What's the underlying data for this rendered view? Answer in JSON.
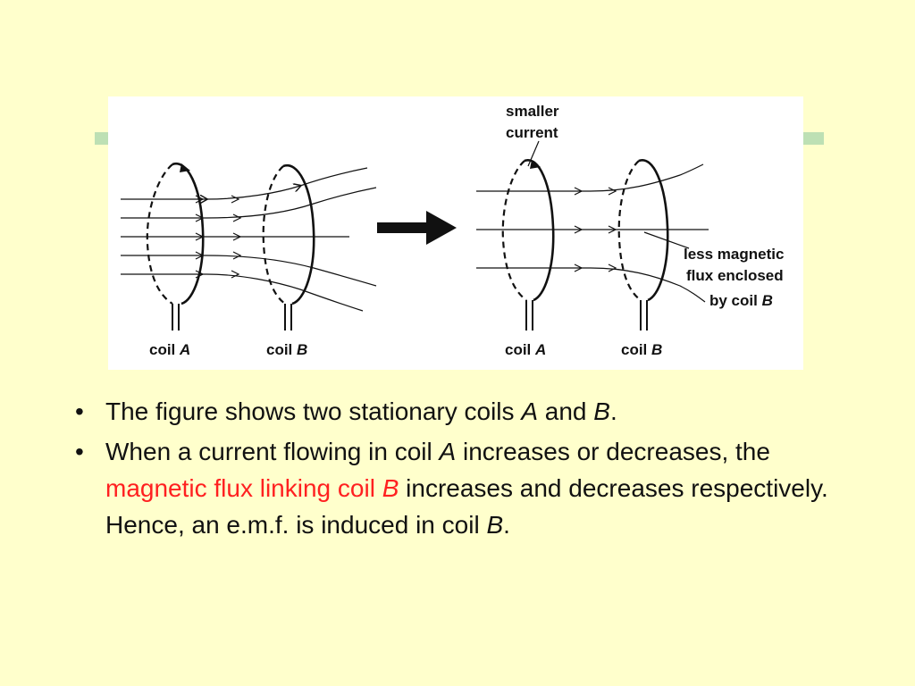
{
  "figure": {
    "left": {
      "coil_a_label": "coil",
      "coil_a_letter": "A",
      "coil_b_label": "coil",
      "coil_b_letter": "B"
    },
    "right": {
      "smaller_current_line1": "smaller",
      "smaller_current_line2": "current",
      "less_flux_line1": "less magnetic",
      "less_flux_line2": "flux enclosed",
      "less_flux_line3_prefix": "by coil",
      "less_flux_line3_letter": "B",
      "coil_a_label": "coil",
      "coil_a_letter": "A",
      "coil_b_label": "coil",
      "coil_b_letter": "B"
    }
  },
  "bullets": {
    "b1": {
      "bullet": "•",
      "t1": "The figure shows two stationary coils ",
      "i1": "A",
      "t2": " and ",
      "i2": "B",
      "t3": "."
    },
    "b2": {
      "bullet": "•",
      "t1": "When a current flowing in coil ",
      "i1": "A",
      "t2": " increases or decreases, the ",
      "red1": "magnetic flux linking coil ",
      "red_i": "B",
      "t3": " increases and decreases respectively. Hence, an e.m.f. is induced in coil ",
      "i2": "B",
      "t4": "."
    }
  },
  "colors": {
    "background": "#ffffcc",
    "accent_line": "#bde0b4",
    "highlight_text": "#ff2020"
  }
}
